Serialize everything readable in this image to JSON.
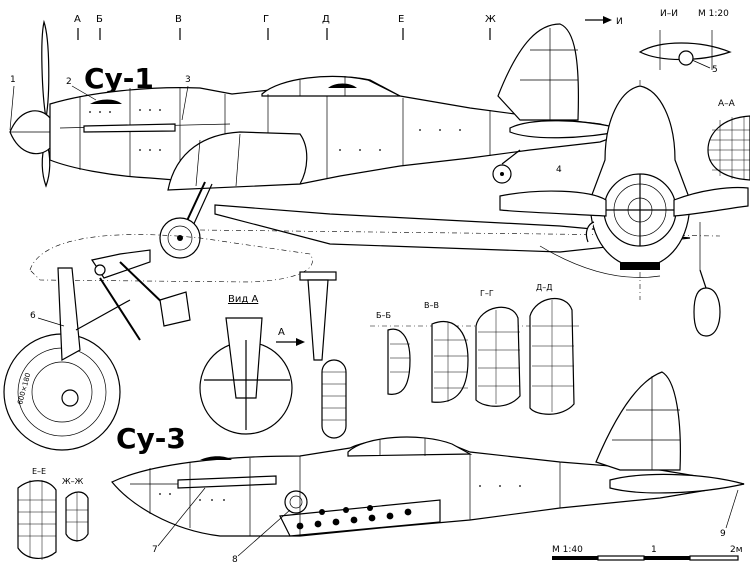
{
  "titles": {
    "su1": "Су-1",
    "su3": "Су-3"
  },
  "section_letters": [
    "А",
    "Б",
    "В",
    "Г",
    "Д",
    "Е",
    "Ж"
  ],
  "section_letter_and": "И",
  "section_ii_label": "И–И",
  "section_ii_scale": "М 1:20",
  "view_a_label": "Вид А",
  "arrow_a_label": "А",
  "sections": {
    "aa": "А–А",
    "bb": "Б–Б",
    "vv": "В–В",
    "gg": "Г–Г",
    "dd": "Д–Д",
    "ee": "Е–Е",
    "zz": "Ж–Ж"
  },
  "callouts": [
    "1",
    "2",
    "3",
    "4",
    "5",
    "6",
    "7",
    "8",
    "9"
  ],
  "wheel_text": "600×180",
  "scale_bar": {
    "label": "М 1:40",
    "mid": "1",
    "end": "2м"
  }
}
